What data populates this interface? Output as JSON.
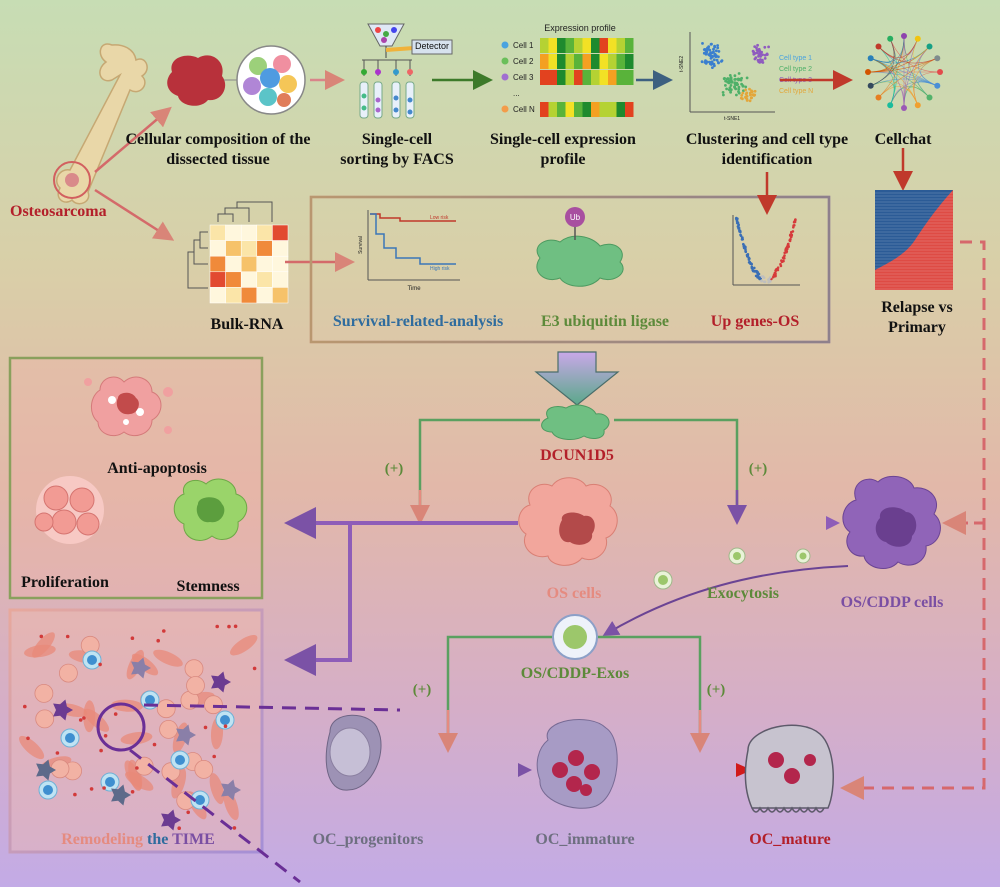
{
  "labels": {
    "osteosarcoma": "Osteosarcoma",
    "cellular_composition": "Cellular composition of the dissected tissue",
    "single_cell_sorting": "Single-cell sorting by FACS",
    "detector": "Detector",
    "expression_profile_title": "Expression profile",
    "cell_rows": [
      "Cell 1",
      "Cell 2",
      "Cell 3",
      "...",
      "Cell N"
    ],
    "single_cell_expression": "Single-cell expression profile",
    "clustering": "Clustering and cell type identification",
    "cell_types": [
      "Cell type 1",
      "Cell type 2",
      "Cell type 3",
      "Cell type N"
    ],
    "tsne1": "t-SNE1",
    "tsne2": "t-SNE2",
    "cellchat": "Cellchat",
    "bulk_rna": "Bulk-RNA",
    "survival": "Survival-related-analysis",
    "survival_axis": "Survival",
    "time_axis": "Time",
    "low_risk": "Low risk",
    "high_risk": "High risk",
    "e3": "E3 ubiquitin ligase",
    "ub": "Ub",
    "up_genes": "Up genes-OS",
    "relapse": "Relapse vs Primary",
    "dcun1d5": "DCUN1D5",
    "plus": "(+)",
    "anti_apoptosis": "Anti-apoptosis",
    "proliferation": "Proliferation",
    "stemness": "Stemness",
    "os_cells": "OS cells",
    "exocytosis": "Exocytosis",
    "os_cddp_cells": "OS/CDDP cells",
    "os_cddp_exos": "OS/CDDP-Exos",
    "remodeling": "Remodeling",
    "the": "the",
    "time": "TIME",
    "oc_progenitors": "OC_progenitors",
    "oc_immature": "OC_immature",
    "oc_mature": "OC_mature"
  },
  "colors": {
    "red": "#b3202a",
    "blue": "#2f6c9e",
    "green": "#5d8a3a",
    "purple": "#7a4fa3",
    "salmon": "#e58b80",
    "grey": "#6e6f80"
  }
}
